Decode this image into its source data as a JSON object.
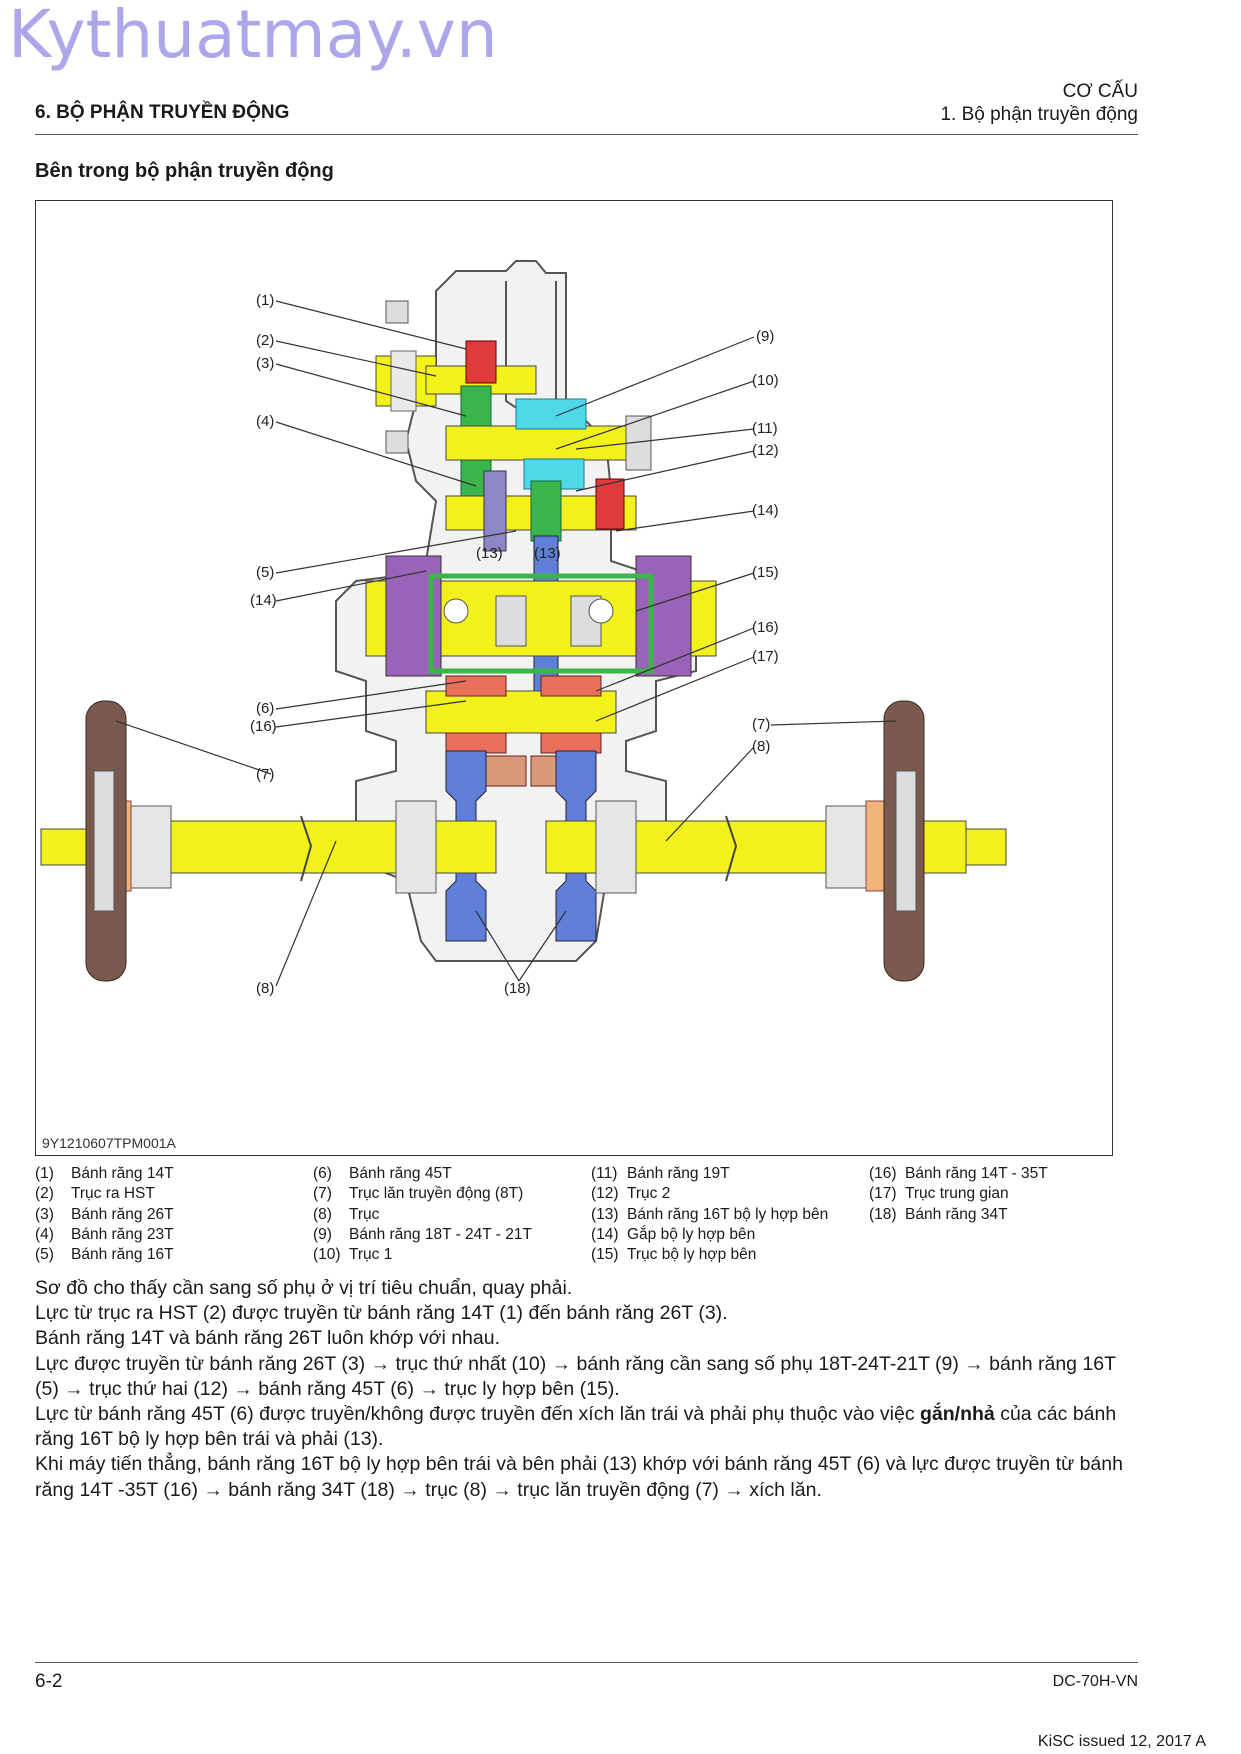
{
  "watermark": "Kythuatmay.vn",
  "header": {
    "section_left": "6. BỘ PHẬN TRUYỀN ĐỘNG",
    "right_line1": "CƠ CẤU",
    "right_line2": "1. Bộ phận truyền động"
  },
  "section_title": "Bên trong bộ phận truyền động",
  "figure": {
    "id": "9Y1210607TPM001A",
    "callouts": [
      "(1)",
      "(2)",
      "(3)",
      "(4)",
      "(5)",
      "(14)",
      "(6)",
      "(16)",
      "(7)",
      "(8)",
      "(9)",
      "(10)",
      "(11)",
      "(12)",
      "(14)",
      "(15)",
      "(16)",
      "(17)",
      "(7)",
      "(8)",
      "(13)",
      "(13)",
      "(18)"
    ],
    "colors": {
      "shaft": "#f2f21a",
      "gear_orange": "#e8705a",
      "gear_red": "#e03a3a",
      "gear_green": "#3bb54a",
      "gear_cyan": "#4fd8e8",
      "gear_purple": "#8c88c8",
      "gear_blue": "#5f7fd8",
      "clutch": "#9a62b8",
      "wheel": "#7a5a4e",
      "housing": "#ececec"
    }
  },
  "legend": {
    "col1": [
      {
        "num": "(1)",
        "text": "Bánh răng 14T"
      },
      {
        "num": "(2)",
        "text": "Trục ra HST"
      },
      {
        "num": "(3)",
        "text": "Bánh răng 26T"
      },
      {
        "num": "(4)",
        "text": "Bánh răng 23T"
      },
      {
        "num": "(5)",
        "text": "Bánh răng 16T"
      }
    ],
    "col2": [
      {
        "num": "(6)",
        "text": "Bánh răng 45T"
      },
      {
        "num": "(7)",
        "text": "Trục lăn truyền động (8T)"
      },
      {
        "num": "(8)",
        "text": "Trục"
      },
      {
        "num": "(9)",
        "text": "Bánh răng 18T - 24T - 21T"
      },
      {
        "num": "(10)",
        "text": "Trục 1"
      }
    ],
    "col3": [
      {
        "num": "(11)",
        "text": "Bánh răng 19T"
      },
      {
        "num": "(12)",
        "text": "Trục 2"
      },
      {
        "num": "(13)",
        "text": "Bánh răng 16T bộ ly hợp bên"
      },
      {
        "num": "(14)",
        "text": "Gắp bộ ly hợp bên"
      },
      {
        "num": "(15)",
        "text": "Trục bộ ly hợp bên"
      }
    ],
    "col4": [
      {
        "num": "(16)",
        "text": "Bánh răng 14T - 35T"
      },
      {
        "num": "(17)",
        "text": "Trục trung gian"
      },
      {
        "num": "(18)",
        "text": "Bánh răng 34T"
      }
    ]
  },
  "body": {
    "p1": "Sơ đồ cho thấy cần sang số phụ ở vị trí tiêu chuẩn, quay phải.",
    "p2": "Lực từ trục ra HST (2) được truyền từ bánh răng 14T (1) đến bánh răng 26T (3).",
    "p3": "Bánh răng 14T và bánh răng 26T luôn khớp với nhau.",
    "p4": "Lực được truyền từ bánh răng 26T (3) → trục thứ nhất (10) → bánh răng cần sang số phụ 18T-24T-21T (9) → bánh răng 16T (5) → trục thứ hai (12) → bánh răng 45T (6) → trục ly hợp bên (15).",
    "p5_a": "Lực từ bánh răng 45T (6) được truyền/không được truyền đến xích lăn trái và phải phụ thuộc vào việc ",
    "p5_b": "gắn/nhả",
    "p5_c": " của các bánh răng 16T bộ ly hợp bên trái và phải (13).",
    "p6": "Khi máy tiến thẳng, bánh răng 16T bộ ly hợp bên trái và bên phải (13) khớp với bánh răng 45T (6) và lực được truyền từ bánh răng 14T -35T (16) → bánh răng 34T (18) → trục (8) → trục lăn truyền động (7) → xích lăn."
  },
  "footer": {
    "page": "6-2",
    "doc": "DC-70H-VN",
    "issued": "KiSC issued 12, 2017 A"
  }
}
